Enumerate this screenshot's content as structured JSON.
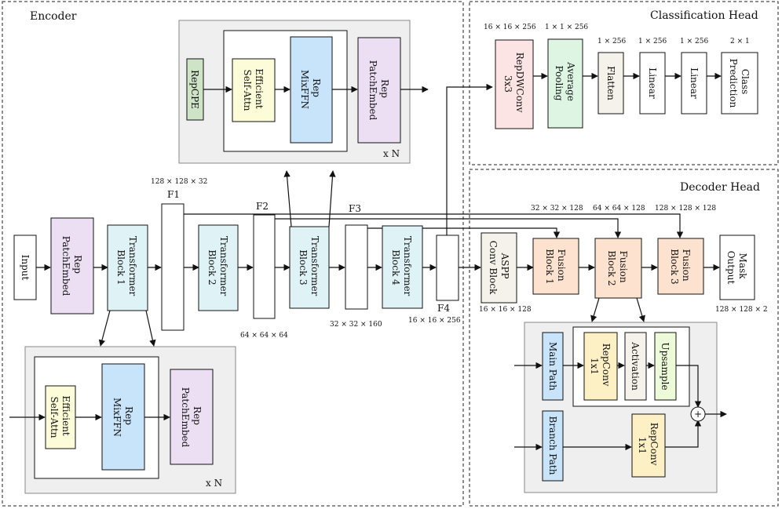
{
  "sections": {
    "encoder": "Encoder",
    "classification": "Classification Head",
    "decoder": "Decoder Head"
  },
  "colors": {
    "purple": "#ecdff4",
    "cyan": "#dff2f6",
    "green_dark": "#cfe3c6",
    "yellow": "#fcfcd8",
    "blue": "#c8e4fa",
    "pink": "#fde4e4",
    "mint": "#def5e4",
    "beige": "#f4f2ea",
    "orange": "#fde3cf",
    "gold": "#fdf0c4",
    "lime": "#eefbd8",
    "gray_panel": "#efefef"
  },
  "blocks": {
    "input": [
      "Input"
    ],
    "patch_embed": [
      "Rep",
      "PatchEmbed"
    ],
    "tb1": [
      "Transformer",
      "Block 1"
    ],
    "tb2": [
      "Transformer",
      "Block 2"
    ],
    "tb3": [
      "Transformer",
      "Block 3"
    ],
    "tb4": [
      "Transformer",
      "Block 4"
    ],
    "repcpe": [
      "RepCPE"
    ],
    "eff_attn": [
      "Efficient",
      "Self-Attn"
    ],
    "rep_mixffn": [
      "Rep",
      "MixFFN"
    ],
    "rep_patchembed": [
      "Rep",
      "PatchEmbed"
    ],
    "repdwconv": [
      "RepDWConv",
      "3x3"
    ],
    "avgpool": [
      "Average",
      "Pooling"
    ],
    "flatten": [
      "Flatten"
    ],
    "linear1": [
      "Linear"
    ],
    "linear2": [
      "Linear"
    ],
    "class_pred": [
      "Class",
      "Prediction"
    ],
    "aspp": [
      "ASPP",
      "Conv Block"
    ],
    "fusion1": [
      "Fusion",
      "Block 1"
    ],
    "fusion2": [
      "Fusion",
      "Block 2"
    ],
    "fusion3": [
      "Fusion",
      "Block 3"
    ],
    "mask_output": [
      "Mask",
      "Output"
    ],
    "main_path": [
      "Main Path"
    ],
    "branch_path": [
      "Branch Path"
    ],
    "repconv_a": [
      "RepConv",
      "1x1"
    ],
    "activation": [
      "Activation"
    ],
    "upsample": [
      "Upsample"
    ],
    "repconv_b": [
      "RepConv",
      "1x1"
    ]
  },
  "features": {
    "f1": "F1",
    "f2": "F2",
    "f3": "F3",
    "f4": "F4"
  },
  "dims": {
    "d128x32": "128 × 128 × 32",
    "d64": "64 × 64 × 64",
    "d32x160": "32 × 32 × 160",
    "d16x256": "16 × 16 × 256",
    "c16x256": "16 × 16 × 256",
    "c1x256": "1 × 1 × 256",
    "c256a": "1 × 256",
    "c256b": "1 × 256",
    "c256c": "1 × 256",
    "c2x1": "2 × 1",
    "dh32x128": "32 × 32 × 128",
    "dh64x128": "64 × 64 × 128",
    "dh128x128": "128 × 128 × 128",
    "dh16x128": "16 × 16 × 128",
    "dh128x2": "128 × 128 × 2"
  },
  "repeat": {
    "top": "x N",
    "bottom": "x N"
  },
  "symbols": {
    "plus": "+"
  }
}
